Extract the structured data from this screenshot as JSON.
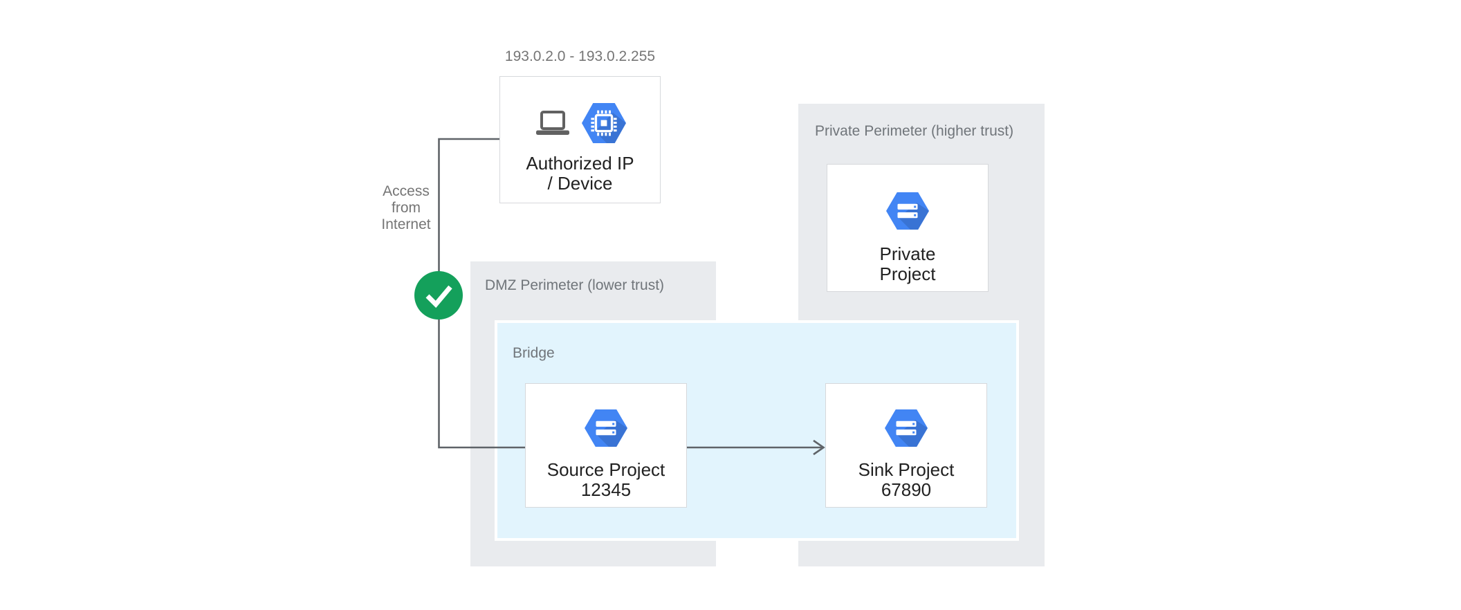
{
  "labels": {
    "ip_range": "193.0.2.0 - 193.0.2.255",
    "access_line1": "Access",
    "access_line2": "from",
    "access_line3": "Internet"
  },
  "zones": {
    "dmz": {
      "label": "DMZ Perimeter (lower trust)"
    },
    "bridge": {
      "label": "Bridge"
    },
    "private": {
      "label": "Private Perimeter (higher trust)"
    }
  },
  "nodes": {
    "authorized": {
      "line1": "Authorized IP",
      "line2": "/ Device"
    },
    "source": {
      "line1": "Source Project",
      "line2": "12345"
    },
    "sink": {
      "line1": "Sink Project",
      "line2": "67890"
    },
    "private_project": {
      "line1": "Private",
      "line2": "Project"
    }
  },
  "icons": {
    "laptop": "laptop-icon",
    "compute_engine": "compute-engine-hexagon-icon",
    "project": "project-hexagon-icon",
    "check": "check-icon"
  },
  "colors": {
    "perimeter_bg": "#E9EBEE",
    "bridge_bg": "#E2F4FD",
    "bridge_border": "#FFFFFF",
    "hexagon_blue": "#4285F4",
    "check_green": "#14A05B",
    "connector_gray": "#5F6368",
    "icon_gray": "#616161",
    "label_gray": "#757575",
    "node_text": "#212121",
    "node_border": "#D6D8DB"
  }
}
